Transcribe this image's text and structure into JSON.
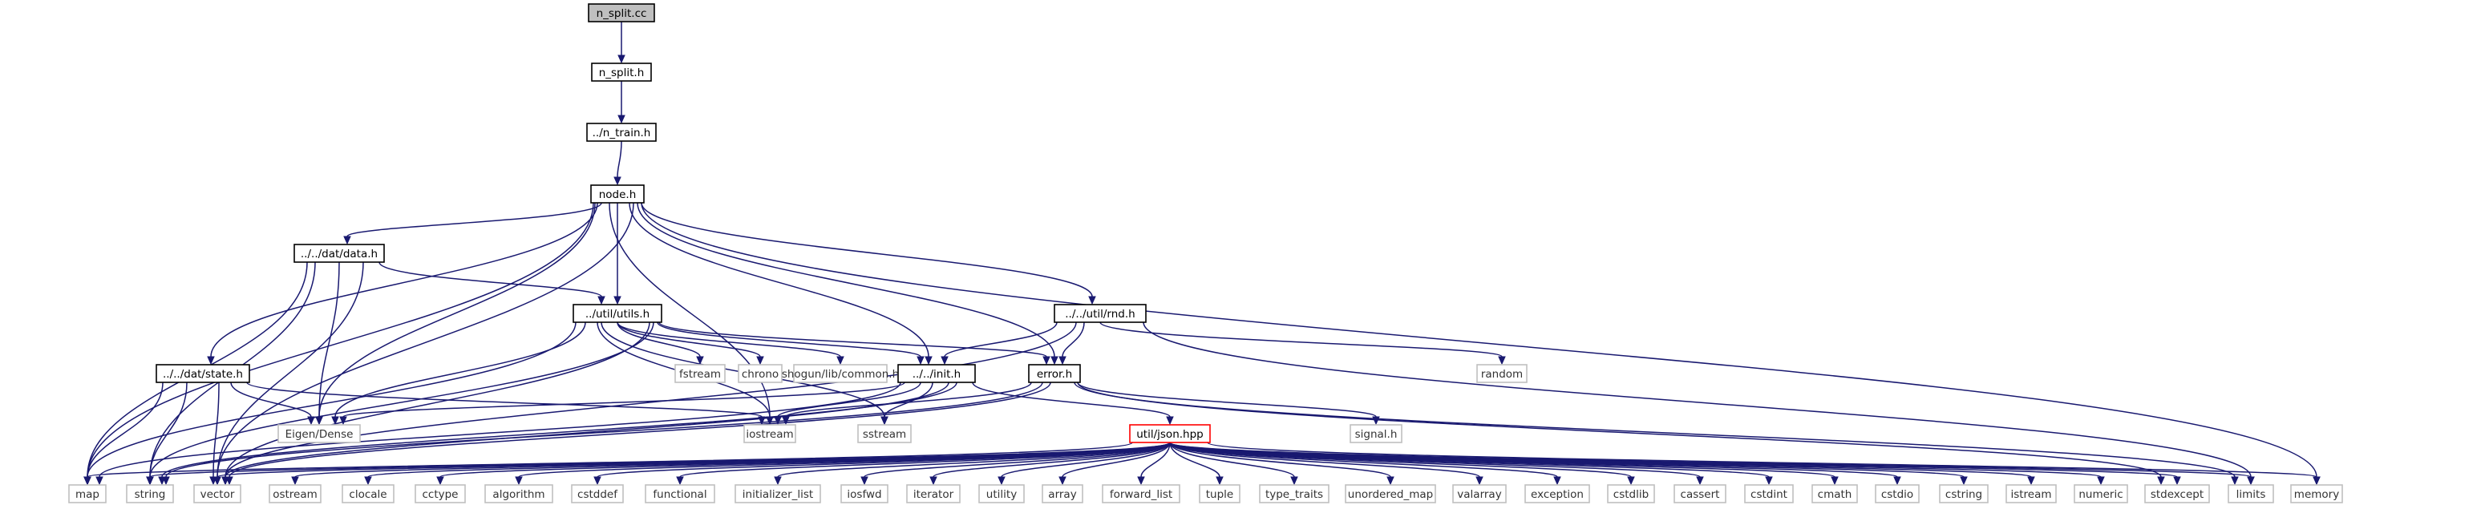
{
  "colors": {
    "edge": "#191970",
    "normal_border": "#000000",
    "normal_fill": "#ffffff",
    "gray_border": "#bfbfbf",
    "gray_fill": "#ffffff",
    "current_fill": "#bfbfbf",
    "highlight_border": "#ff0000"
  },
  "nodes": [
    {
      "id": "n_split_cc",
      "label": "n_split.cc",
      "style": "current"
    },
    {
      "id": "n_split_h",
      "label": "n_split.h",
      "style": "normal"
    },
    {
      "id": "n_train_h",
      "label": "../n_train.h",
      "style": "normal"
    },
    {
      "id": "node_h",
      "label": "node.h",
      "style": "normal"
    },
    {
      "id": "data_h",
      "label": "../../dat/data.h",
      "style": "normal"
    },
    {
      "id": "utils_h",
      "label": "../util/utils.h",
      "style": "normal"
    },
    {
      "id": "rnd_h",
      "label": "../../util/rnd.h",
      "style": "normal"
    },
    {
      "id": "state_h",
      "label": "../../dat/state.h",
      "style": "normal"
    },
    {
      "id": "init_h",
      "label": "../../init.h",
      "style": "normal"
    },
    {
      "id": "error_h",
      "label": "error.h",
      "style": "normal"
    },
    {
      "id": "json_hpp",
      "label": "util/json.hpp",
      "style": "highlight"
    },
    {
      "id": "fstream",
      "label": "fstream",
      "style": "gray"
    },
    {
      "id": "chrono",
      "label": "chrono",
      "style": "gray"
    },
    {
      "id": "shogun",
      "label": "shogun/lib/common.h",
      "style": "gray"
    },
    {
      "id": "random",
      "label": "random",
      "style": "gray"
    },
    {
      "id": "signal",
      "label": "signal.h",
      "style": "gray"
    },
    {
      "id": "eigen",
      "label": "Eigen/Dense",
      "style": "gray"
    },
    {
      "id": "iostream",
      "label": "iostream",
      "style": "gray"
    },
    {
      "id": "sstream",
      "label": "sstream",
      "style": "gray"
    },
    {
      "id": "map",
      "label": "map",
      "style": "gray"
    },
    {
      "id": "string",
      "label": "string",
      "style": "gray"
    },
    {
      "id": "vector",
      "label": "vector",
      "style": "gray"
    },
    {
      "id": "ostream",
      "label": "ostream",
      "style": "gray"
    },
    {
      "id": "clocale",
      "label": "clocale",
      "style": "gray"
    },
    {
      "id": "cctype",
      "label": "cctype",
      "style": "gray"
    },
    {
      "id": "algorithm",
      "label": "algorithm",
      "style": "gray"
    },
    {
      "id": "cstddef",
      "label": "cstddef",
      "style": "gray"
    },
    {
      "id": "functional",
      "label": "functional",
      "style": "gray"
    },
    {
      "id": "initializer_list",
      "label": "initializer_list",
      "style": "gray"
    },
    {
      "id": "iosfwd",
      "label": "iosfwd",
      "style": "gray"
    },
    {
      "id": "iterator",
      "label": "iterator",
      "style": "gray"
    },
    {
      "id": "utility",
      "label": "utility",
      "style": "gray"
    },
    {
      "id": "array",
      "label": "array",
      "style": "gray"
    },
    {
      "id": "forward_list",
      "label": "forward_list",
      "style": "gray"
    },
    {
      "id": "tuple",
      "label": "tuple",
      "style": "gray"
    },
    {
      "id": "type_traits",
      "label": "type_traits",
      "style": "gray"
    },
    {
      "id": "unordered_map",
      "label": "unordered_map",
      "style": "gray"
    },
    {
      "id": "valarray",
      "label": "valarray",
      "style": "gray"
    },
    {
      "id": "exception",
      "label": "exception",
      "style": "gray"
    },
    {
      "id": "cstdlib",
      "label": "cstdlib",
      "style": "gray"
    },
    {
      "id": "cassert",
      "label": "cassert",
      "style": "gray"
    },
    {
      "id": "cstdint",
      "label": "cstdint",
      "style": "gray"
    },
    {
      "id": "cmath",
      "label": "cmath",
      "style": "gray"
    },
    {
      "id": "cstdio",
      "label": "cstdio",
      "style": "gray"
    },
    {
      "id": "cstring",
      "label": "cstring",
      "style": "gray"
    },
    {
      "id": "istream",
      "label": "istream",
      "style": "gray"
    },
    {
      "id": "numeric",
      "label": "numeric",
      "style": "gray"
    },
    {
      "id": "stdexcept",
      "label": "stdexcept",
      "style": "gray"
    },
    {
      "id": "limits",
      "label": "limits",
      "style": "gray"
    },
    {
      "id": "memory",
      "label": "memory",
      "style": "gray"
    }
  ],
  "edges": [
    [
      "n_split_cc",
      "n_split_h"
    ],
    [
      "n_split_h",
      "n_train_h"
    ],
    [
      "n_train_h",
      "node_h"
    ],
    [
      "node_h",
      "data_h"
    ],
    [
      "node_h",
      "utils_h"
    ],
    [
      "node_h",
      "rnd_h"
    ],
    [
      "node_h",
      "state_h"
    ],
    [
      "node_h",
      "init_h"
    ],
    [
      "node_h",
      "error_h"
    ],
    [
      "node_h",
      "map"
    ],
    [
      "node_h",
      "eigen"
    ],
    [
      "node_h",
      "iostream"
    ],
    [
      "node_h",
      "vector"
    ],
    [
      "node_h",
      "memory"
    ],
    [
      "data_h",
      "utils_h"
    ],
    [
      "data_h",
      "eigen"
    ],
    [
      "data_h",
      "map"
    ],
    [
      "data_h",
      "string"
    ],
    [
      "data_h",
      "vector"
    ],
    [
      "utils_h",
      "fstream"
    ],
    [
      "utils_h",
      "chrono"
    ],
    [
      "utils_h",
      "shogun"
    ],
    [
      "utils_h",
      "init_h"
    ],
    [
      "utils_h",
      "error_h"
    ],
    [
      "utils_h",
      "eigen"
    ],
    [
      "utils_h",
      "iostream"
    ],
    [
      "utils_h",
      "sstream"
    ],
    [
      "utils_h",
      "map"
    ],
    [
      "utils_h",
      "vector"
    ],
    [
      "utils_h",
      "string"
    ],
    [
      "rnd_h",
      "init_h"
    ],
    [
      "rnd_h",
      "error_h"
    ],
    [
      "rnd_h",
      "random"
    ],
    [
      "rnd_h",
      "vector"
    ],
    [
      "rnd_h",
      "limits"
    ],
    [
      "state_h",
      "eigen"
    ],
    [
      "state_h",
      "iostream"
    ],
    [
      "state_h",
      "map"
    ],
    [
      "state_h",
      "string"
    ],
    [
      "state_h",
      "vector"
    ],
    [
      "init_h",
      "json_hpp"
    ],
    [
      "init_h",
      "eigen"
    ],
    [
      "init_h",
      "iostream"
    ],
    [
      "init_h",
      "sstream"
    ],
    [
      "init_h",
      "vector"
    ],
    [
      "init_h",
      "string"
    ],
    [
      "init_h",
      "map"
    ],
    [
      "error_h",
      "signal"
    ],
    [
      "error_h",
      "iostream"
    ],
    [
      "error_h",
      "string"
    ],
    [
      "error_h",
      "vector"
    ],
    [
      "error_h",
      "stdexcept"
    ],
    [
      "error_h",
      "limits"
    ],
    [
      "json_hpp",
      "map"
    ],
    [
      "json_hpp",
      "string"
    ],
    [
      "json_hpp",
      "vector"
    ],
    [
      "json_hpp",
      "ostream"
    ],
    [
      "json_hpp",
      "clocale"
    ],
    [
      "json_hpp",
      "cctype"
    ],
    [
      "json_hpp",
      "algorithm"
    ],
    [
      "json_hpp",
      "cstddef"
    ],
    [
      "json_hpp",
      "functional"
    ],
    [
      "json_hpp",
      "initializer_list"
    ],
    [
      "json_hpp",
      "iosfwd"
    ],
    [
      "json_hpp",
      "iterator"
    ],
    [
      "json_hpp",
      "utility"
    ],
    [
      "json_hpp",
      "array"
    ],
    [
      "json_hpp",
      "forward_list"
    ],
    [
      "json_hpp",
      "tuple"
    ],
    [
      "json_hpp",
      "type_traits"
    ],
    [
      "json_hpp",
      "unordered_map"
    ],
    [
      "json_hpp",
      "valarray"
    ],
    [
      "json_hpp",
      "exception"
    ],
    [
      "json_hpp",
      "cstdlib"
    ],
    [
      "json_hpp",
      "cassert"
    ],
    [
      "json_hpp",
      "cstdint"
    ],
    [
      "json_hpp",
      "cmath"
    ],
    [
      "json_hpp",
      "cstdio"
    ],
    [
      "json_hpp",
      "cstring"
    ],
    [
      "json_hpp",
      "istream"
    ],
    [
      "json_hpp",
      "numeric"
    ],
    [
      "json_hpp",
      "stdexcept"
    ],
    [
      "json_hpp",
      "limits"
    ],
    [
      "json_hpp",
      "memory"
    ]
  ]
}
